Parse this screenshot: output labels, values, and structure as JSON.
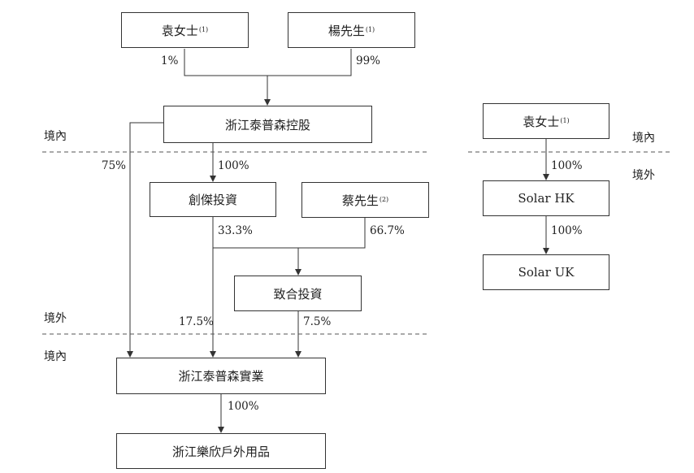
{
  "nodes": {
    "yuan_left": {
      "label": "袁女士",
      "note": "(1)"
    },
    "yang": {
      "label": "楊先生",
      "note": "(1)"
    },
    "holdco": {
      "label": "浙江泰普森控股"
    },
    "chuangjie": {
      "label": "創傑投資"
    },
    "cai": {
      "label": "蔡先生",
      "note": "(2)"
    },
    "zhihe": {
      "label": "致合投資"
    },
    "shiye": {
      "label": "浙江泰普森實業"
    },
    "lexin": {
      "label": "浙江樂欣戶外用品"
    },
    "yuan_right": {
      "label": "袁女士",
      "note": "(1)"
    },
    "solar_hk": {
      "label": "Solar HK"
    },
    "solar_uk": {
      "label": "Solar UK"
    }
  },
  "percentages": {
    "yuan_to_holdco": "1%",
    "yang_to_holdco": "99%",
    "holdco_to_shiye": "75%",
    "holdco_to_chuangjie": "100%",
    "chuangjie_to_zhihe": "33.3%",
    "cai_to_zhihe": "66.7%",
    "chuangjie_to_shiye": "17.5%",
    "zhihe_to_shiye": "7.5%",
    "shiye_to_lexin": "100%",
    "yuan_to_solar_hk": "100%",
    "solar_hk_to_uk": "100%"
  },
  "regions": {
    "domestic": "境內",
    "overseas": "境外"
  }
}
